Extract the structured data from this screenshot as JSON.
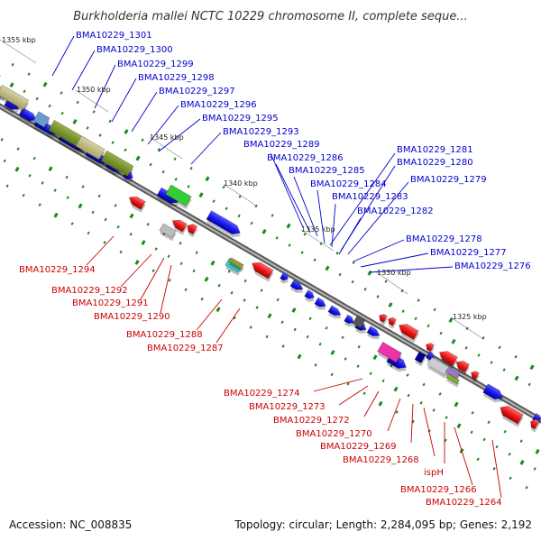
{
  "title": "Burkholderia mallei NCTC 10229 chromosome II, complete seque...",
  "accession": "Accession: NC_008835",
  "summary": "Topology: circular; Length: 2,284,095 bp; Genes: 2,192",
  "kbp_labels": [
    "1355 kbp",
    "1350 kbp",
    "1345 kbp",
    "1340 kbp",
    "1335 kbp",
    "1330 kbp",
    "1325 kbp"
  ],
  "colors": {
    "forward_label": "#0000cc",
    "reverse_label": "#cc0000",
    "backbone": "#7a7a7a",
    "forward_gene": "#1a1aff",
    "reverse_gene": "#ff1a1a",
    "tick": "#1a8a1a"
  },
  "forward_labels": [
    "BMA10229_1301",
    "BMA10229_1300",
    "BMA10229_1299",
    "BMA10229_1298",
    "BMA10229_1297",
    "BMA10229_1296",
    "BMA10229_1295",
    "BMA10229_1293",
    "BMA10229_1289",
    "BMA10229_1286",
    "BMA10229_1285",
    "BMA10229_1284",
    "BMA10229_1283",
    "BMA10229_1282",
    "BMA10229_1281",
    "BMA10229_1280",
    "BMA10229_1279",
    "BMA10229_1278",
    "BMA10229_1277",
    "BMA10229_1276"
  ],
  "reverse_labels": [
    "BMA10229_1294",
    "BMA10229_1292",
    "BMA10229_1291",
    "BMA10229_1290",
    "BMA10229_1288",
    "BMA10229_1287",
    "BMA10229_1274",
    "BMA10229_1273",
    "BMA10229_1272",
    "BMA10229_1270",
    "BMA10229_1269",
    "BMA10229_1268",
    "ispH",
    "BMA10229_1266",
    "BMA10229_1264"
  ]
}
